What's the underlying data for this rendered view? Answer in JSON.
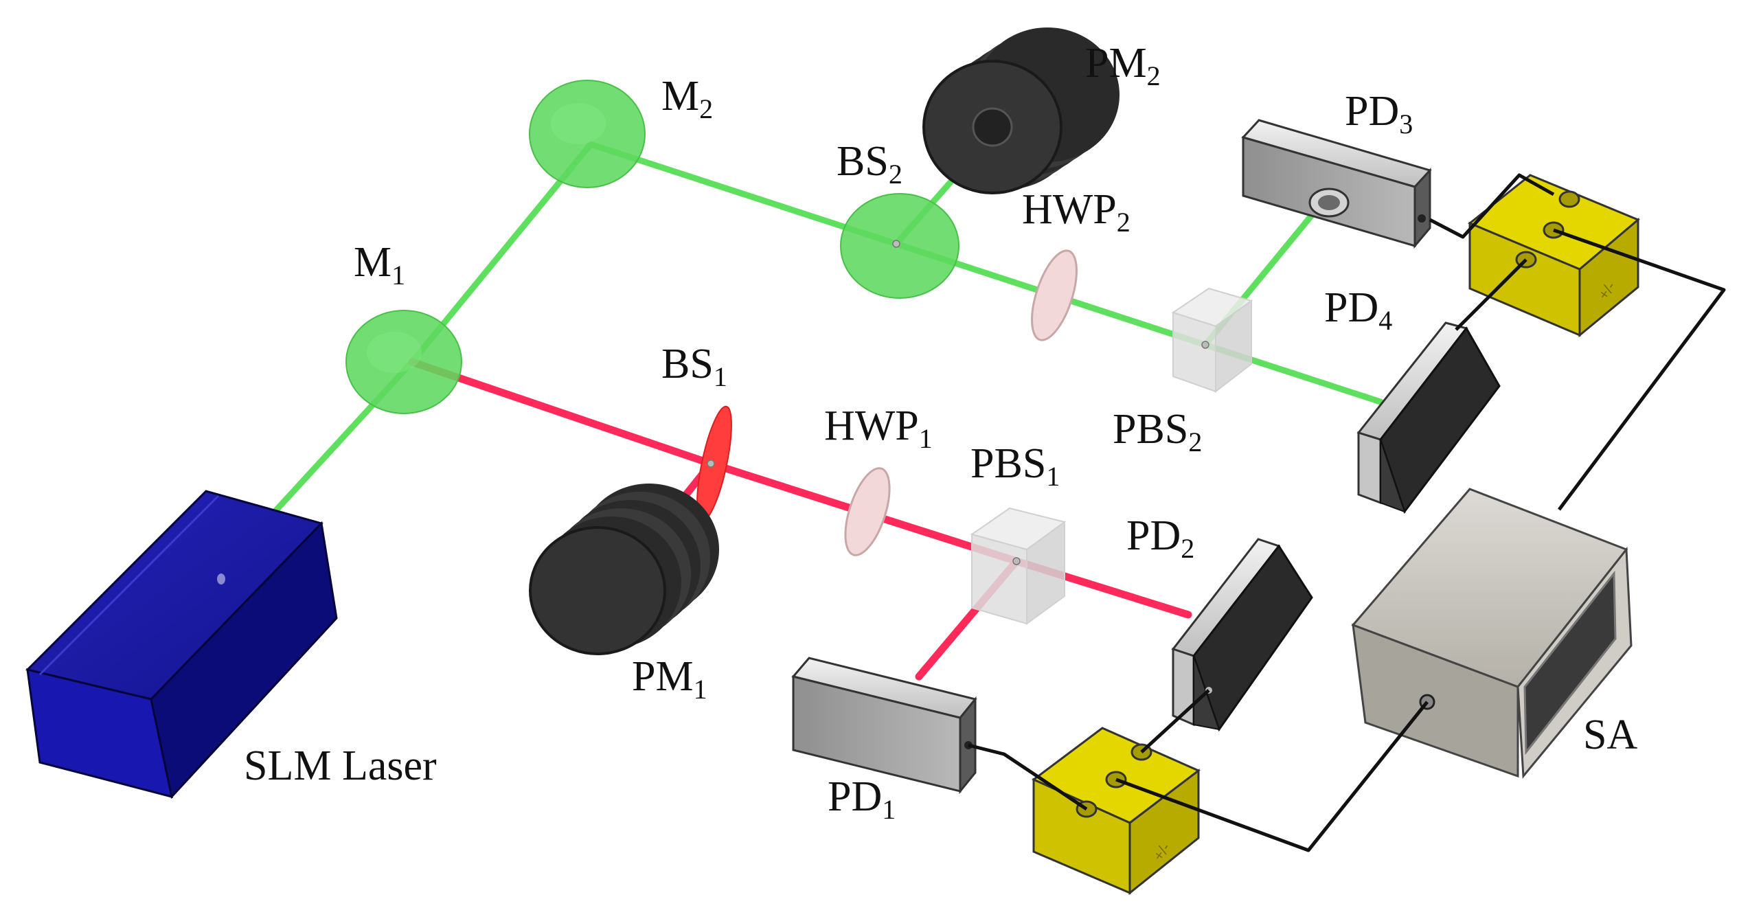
{
  "labels": {
    "slm_laser": "SLM Laser",
    "m1": {
      "base": "M",
      "sub": "1"
    },
    "m2": {
      "base": "M",
      "sub": "2"
    },
    "bs1": {
      "base": "BS",
      "sub": "1"
    },
    "bs2": {
      "base": "BS",
      "sub": "2"
    },
    "hwp1": {
      "base": "HWP",
      "sub": "1"
    },
    "hwp2": {
      "base": "HWP",
      "sub": "2"
    },
    "pbs1": {
      "base": "PBS",
      "sub": "1"
    },
    "pbs2": {
      "base": "PBS",
      "sub": "2"
    },
    "pm1": {
      "base": "PM",
      "sub": "1"
    },
    "pm2": {
      "base": "PM",
      "sub": "2"
    },
    "pd1": {
      "base": "PD",
      "sub": "1"
    },
    "pd2": {
      "base": "PD",
      "sub": "2"
    },
    "pd3": {
      "base": "PD",
      "sub": "3"
    },
    "pd4": {
      "base": "PD",
      "sub": "4"
    },
    "sa": "SA",
    "subtractor_symbol": "+/-"
  },
  "colors": {
    "green_beam": "#5ee05e",
    "red_beam": "#ff2a5a",
    "laser_body": "#1a1aa8",
    "mirror": "#5ed85e",
    "power_meter": "#333333",
    "detector": "#9a9a9a",
    "subtractor": "#d4c800",
    "analyzer": "#bdbab2",
    "cable": "#111111"
  }
}
